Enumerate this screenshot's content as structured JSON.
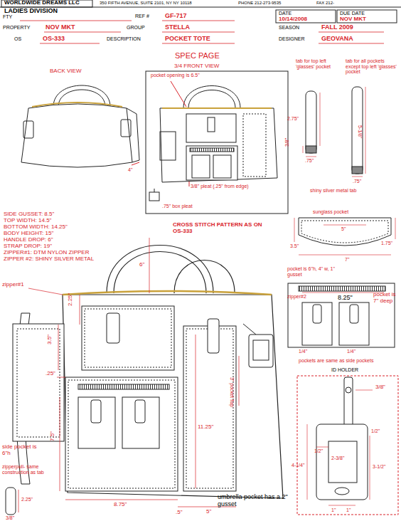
{
  "diagram": {
    "title": "SPEC PAGE",
    "labels": [
      "WORLDWIDE DREAMS LLC",
      "350 FIFTH AVENUE, SUITE 2101, NY NY 10118",
      "PHONE 212-273-9535",
      "FAX 212-",
      "LADIES DIVISION",
      "FTY",
      "REF #",
      "GF-717",
      "DATE",
      "10/14/2008",
      "DUE DATE",
      "NOV MKT",
      "PROPERTY",
      "NOV MKT",
      "GROUP",
      "STELLA",
      "SEASON",
      "FALL 2009",
      "OS",
      "OS-333",
      "DESCRIPTION",
      "POCKET TOTE",
      "DESIGNER",
      "GEOVANA",
      "BACK VIEW",
      "4\"",
      "3/4 FRONT VIEW",
      "pocket opening is 6.5\"",
      "3/8\" pleat (.25\" from edge)",
      ".75\" box pleat",
      "tab for top left 'glasses' pocket",
      "tab for all pockets except top left 'glasses' pocket",
      "2.75\"",
      "3/8\"",
      ".75\"",
      "5-1/8\"",
      ".75\"",
      "shiny silver metal tab",
      "SIDE GUSSET: 8.5\"",
      "TOP WIDTH: 14.5\"",
      "BOTTOM WIDTH: 14.25\"",
      "BODY HEIGHT: 15\"",
      "HANDLE DROP: 6\"",
      "STRAP DROP: 19\"",
      "ZIPPER#1: DTM NYLON ZIPPER",
      "ZIPPER #2: SHINY SILVER METAL",
      "CROSS STITCH PATTERN AS ON OS-333",
      "6\"",
      "zipper#1",
      "2.25\"",
      "3.5\"",
      ".25\"",
      "7.5\"",
      "11.25\"",
      "8.75\"",
      ".5\"",
      "5\"",
      "3\" pocket flap",
      "side pocket is 6\"h",
      "zipperpull- same construction as tab",
      "2.25\"",
      "3/8\"",
      "umbrella pocket has a 2\" gusset",
      "sunglass pocket",
      "5\"",
      "1.75\"",
      "3.5\"",
      "7\"",
      "pocket is 6\"h, 4\" w, 1\" gusset",
      "zipper#2",
      "8.25\"",
      "pocket is 7\" deep",
      "1/4\"",
      "1/4\"",
      "pockets are same as side pockets",
      "ID HOLDER",
      "3/8\"",
      "1/2\"",
      "1/2\"",
      "4-1/4\"",
      "2-3/8\"",
      "3-1/2\"",
      "1\"",
      "1\""
    ]
  }
}
